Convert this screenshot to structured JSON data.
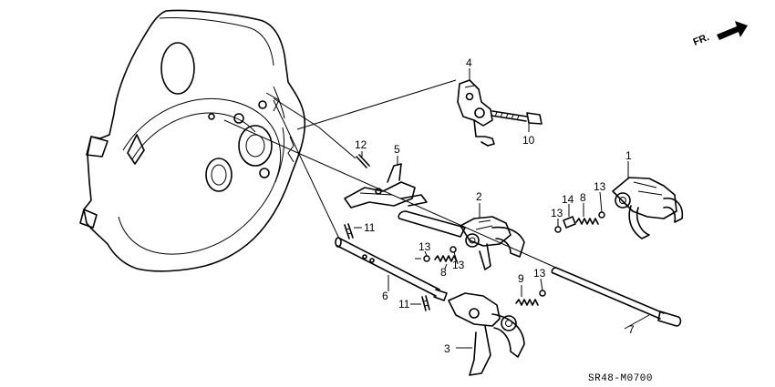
{
  "diagram_code": "SR48-M0700",
  "direction_label": "FR.",
  "callouts": {
    "c1": "1",
    "c2": "2",
    "c3": "3",
    "c4": "4",
    "c5": "5",
    "c6": "6",
    "c7": "7",
    "c8a": "8",
    "c8b": "8",
    "c9": "9",
    "c10": "10",
    "c11a": "11",
    "c11b": "11",
    "c12": "12",
    "c13a": "13",
    "c13b": "13",
    "c13c": "13",
    "c13d": "13",
    "c13e": "13",
    "c14": "14"
  }
}
